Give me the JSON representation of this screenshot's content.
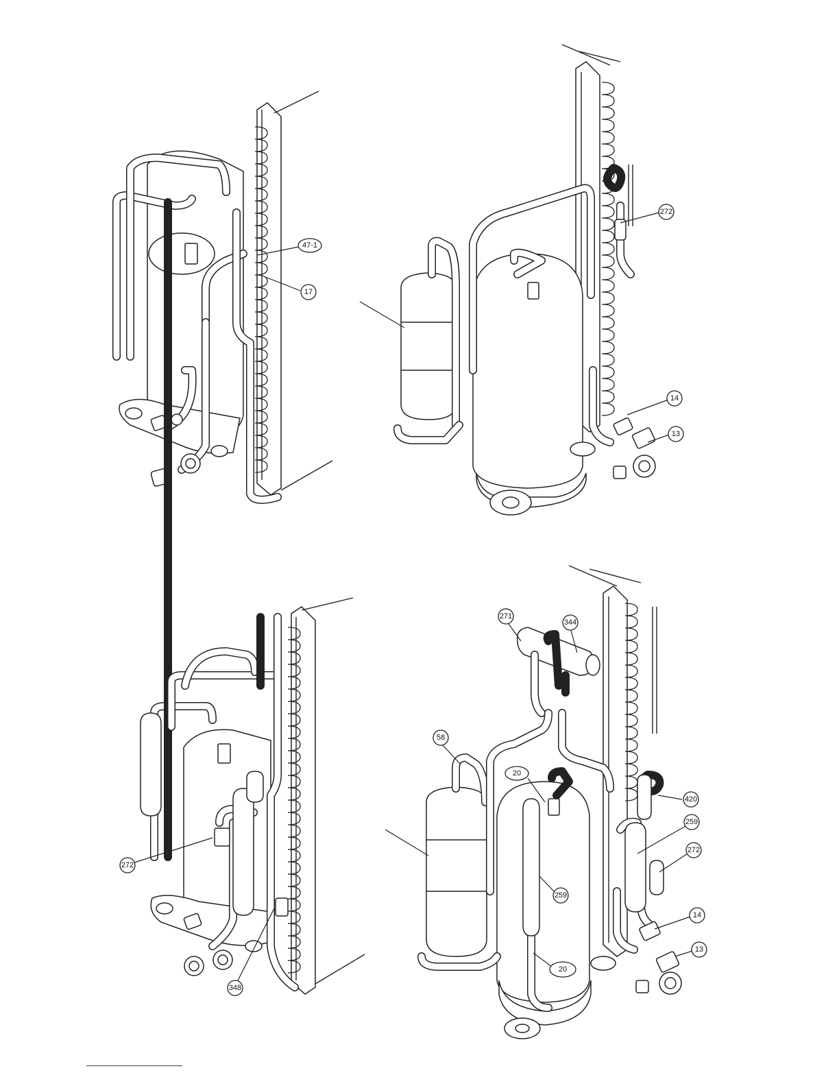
{
  "figures": [
    {
      "id": "top-left",
      "callouts": [
        {
          "label": "47-1",
          "shape": "ellipse"
        },
        {
          "label": "17",
          "shape": "circle"
        }
      ]
    },
    {
      "id": "top-right",
      "callouts": [
        {
          "label": "272",
          "shape": "circle"
        },
        {
          "label": "14",
          "shape": "circle"
        },
        {
          "label": "13",
          "shape": "circle"
        }
      ]
    },
    {
      "id": "bottom-left",
      "callouts": [
        {
          "label": "272",
          "shape": "circle"
        },
        {
          "label": "348",
          "shape": "circle"
        }
      ]
    },
    {
      "id": "bottom-right",
      "callouts": [
        {
          "label": "271",
          "shape": "circle"
        },
        {
          "label": "344",
          "shape": "circle"
        },
        {
          "label": "58",
          "shape": "circle"
        },
        {
          "label": "20",
          "shape": "ellipse"
        },
        {
          "label": "420",
          "shape": "circle"
        },
        {
          "label": "259",
          "shape": "circle"
        },
        {
          "label": "272",
          "shape": "circle"
        },
        {
          "label": "259",
          "shape": "circle"
        },
        {
          "label": "14",
          "shape": "circle"
        },
        {
          "label": "13",
          "shape": "circle"
        },
        {
          "label": "20",
          "shape": "ellipse"
        }
      ]
    }
  ]
}
